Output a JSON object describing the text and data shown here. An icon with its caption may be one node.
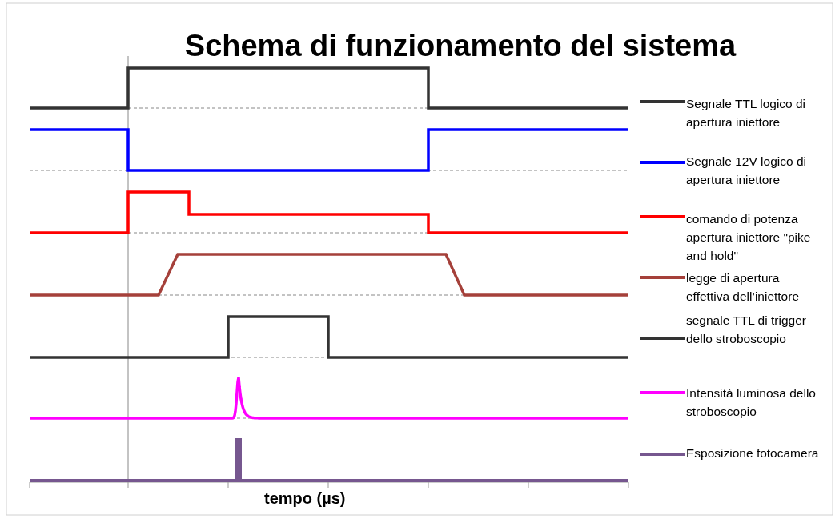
{
  "diagram": {
    "title": "Schema di funzionamento del sistema",
    "labels": [
      "tempo (µs)"
    ],
    "legend": [
      {
        "text": "Segnale TTL logico di apertura iniettore",
        "color": "#333333"
      },
      {
        "text": "Segnale 12V logico di apertura iniettore",
        "color": "#0000ff"
      },
      {
        "text": "comando di potenza apertura iniettore \"pike and hold\"",
        "color": "#ff0000"
      },
      {
        "text": "legge di  apertura effettiva dell’iniettore",
        "color": "#a5403a"
      },
      {
        "text": "segnale TTL di trigger dello stroboscopio",
        "color": "#333333"
      },
      {
        "text": "Intensità luminosa dello stroboscopio",
        "color": "#ff00ff"
      },
      {
        "text": "Esposizione fotocamera",
        "color": "#76578f"
      }
    ]
  }
}
